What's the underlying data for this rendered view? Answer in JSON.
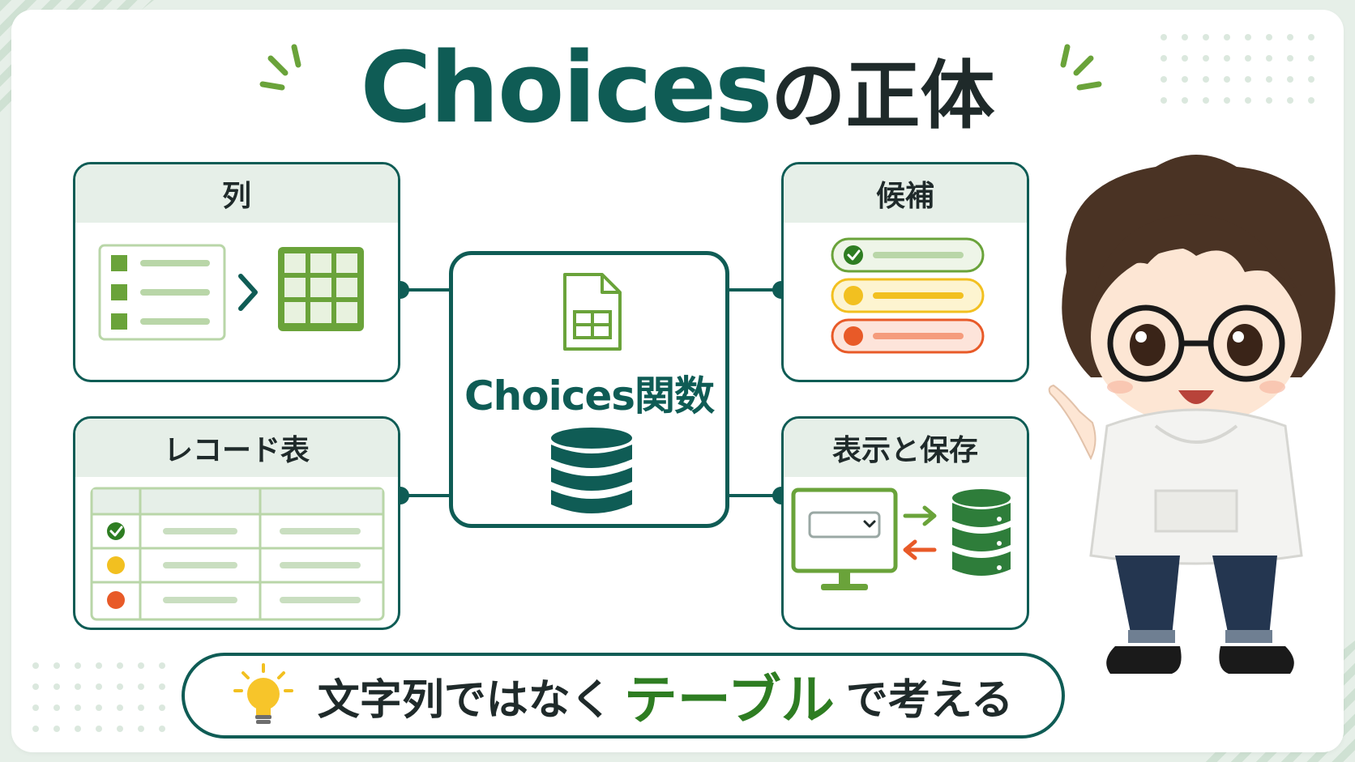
{
  "title": {
    "main": "Choices",
    "sub": "の正体"
  },
  "center": {
    "label": "Choices関数"
  },
  "panels": {
    "column": {
      "label": "列"
    },
    "record_table": {
      "label": "レコード表"
    },
    "candidates": {
      "label": "候補"
    },
    "display_save": {
      "label": "表示と保存"
    }
  },
  "bottom": {
    "text_before": "文字列ではなく",
    "text_highlight": "テーブル",
    "text_after": "で考える"
  },
  "colors": {
    "primary": "#0f5c55",
    "accent_green": "#6aa33a",
    "accent_yellow": "#f2c020",
    "accent_red": "#e85a28",
    "pale": "#e6efe8"
  }
}
